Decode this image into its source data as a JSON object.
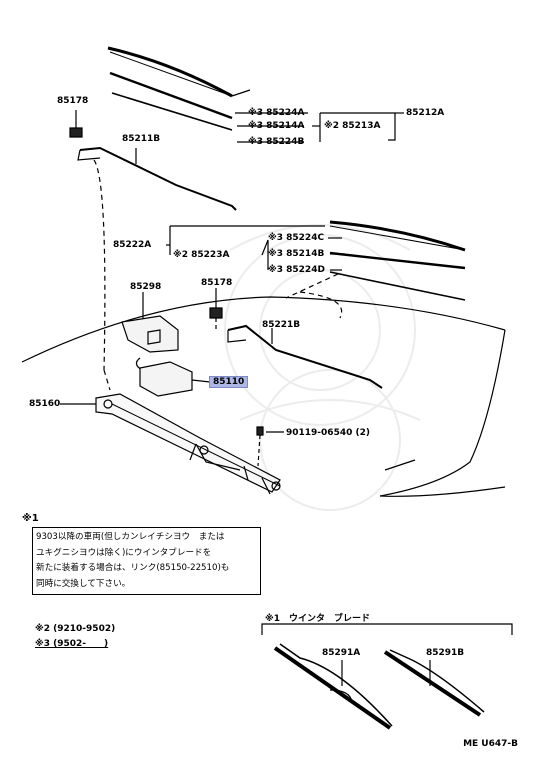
{
  "parts": {
    "p85178_a": "85178",
    "p85211b": "85211B",
    "p85224a": "※3 85224A",
    "p85214a": "※3 85214A",
    "p85224b": "※3 85224B",
    "p85213a": "※2 85213A",
    "p85212a": "85212A",
    "p85222a": "85222A",
    "p85223a": "※2 85223A",
    "p85224c": "※3 85224C",
    "p85214b": "※3 85214B",
    "p85224d": "※3 85224D",
    "p85298": "85298",
    "p85178_b": "85178",
    "p85221b": "85221B",
    "p85110": "85110",
    "p85160": "85160",
    "p90119": "90119-06540 (2)"
  },
  "note": {
    "title": "※1",
    "lines": [
      "9303以降の車両(但しカンレイチシヨウ　または",
      "ユキグニシヨウは除く)にウインタブレードを",
      "新たに装着する場合は、リンク(85150-22510)も",
      "同時に交換して下さい。"
    ]
  },
  "legend": {
    "l2": "※2 (9210-9502)",
    "l3": "※3 (9502-　　)"
  },
  "blades": {
    "title": "※1　ウインタ　ブレード",
    "b1": "85291A",
    "b2": "85291B"
  },
  "diagram_code": "ME U647-B"
}
